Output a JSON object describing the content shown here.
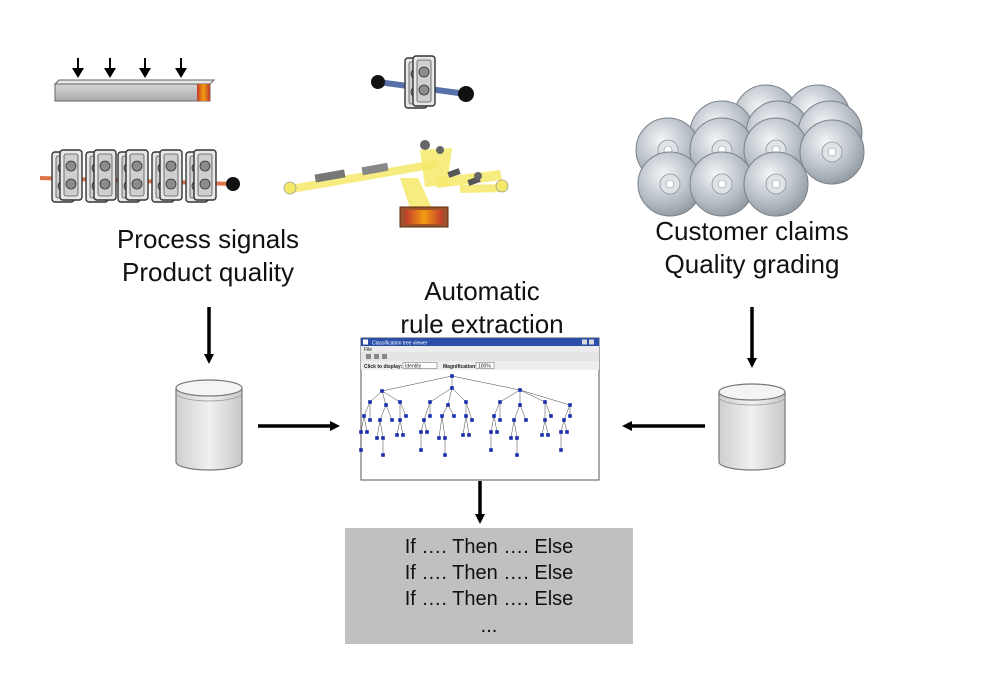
{
  "labels": {
    "process": [
      "Process signals",
      "Product quality"
    ],
    "customer": [
      "Customer claims",
      "Quality grading"
    ],
    "extraction": [
      "Automatic",
      "rule extraction"
    ]
  },
  "window": {
    "title": "Classification tree viewer",
    "menu": "File",
    "click_label": "Click to display:",
    "click_value": "Identity",
    "magnification_label": "Magnification:",
    "magnification_value": "100%"
  },
  "rules": [
    "If …. Then …. Else",
    "If …. Then …. Else",
    "If …. Then …. Else",
    "..."
  ],
  "colors": {
    "tree_node": "#1a2ea8",
    "rule_box": "#c0c0c0",
    "database": "#e0e0e0",
    "yellow_beam": "#f5e96a",
    "red_accent": "#d84a1e"
  }
}
